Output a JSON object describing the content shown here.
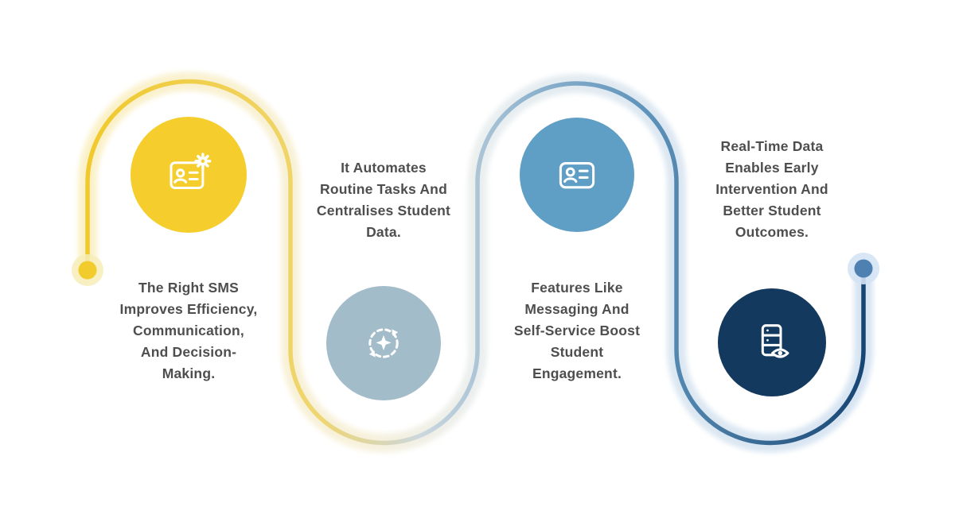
{
  "colors": {
    "background": "#FFFFFF",
    "text": "#4E4E4E",
    "line_gradient": [
      "#F1C92C",
      "#EFD671",
      "#CBD7DF",
      "#8FB4CF",
      "#5E93BB",
      "#174672"
    ],
    "halo_gradient": [
      "#FAF0C3",
      "#F7F0D8",
      "#E7EDEF",
      "#D9E5F0",
      "#D3E2F1"
    ],
    "start_dot": "#F2CB2D",
    "start_dot_halo": "#F7EDB9",
    "end_dot": "#4E80B2",
    "end_dot_halo": "#D4E3F4"
  },
  "steps": [
    {
      "icon": "id-card-gear-icon",
      "circle_color": "#F5CE2D",
      "text": "The Right SMS\nImproves Efficiency,\nCommunication,\nAnd Decision-\nMaking."
    },
    {
      "icon": "sync-sparkle-icon",
      "circle_color": "#A3BCC9",
      "text": "It Automates\nRoutine Tasks And\nCentralises Student\nData."
    },
    {
      "icon": "id-badge-icon",
      "circle_color": "#5F9EC5",
      "text": "Features Like\nMessaging And\nSelf-Service Boost\nStudent\nEngagement."
    },
    {
      "icon": "server-eye-icon",
      "circle_color": "#133A5E",
      "text": "Real-Time Data\nEnables Early\nIntervention And\nBetter Student\nOutcomes."
    }
  ]
}
